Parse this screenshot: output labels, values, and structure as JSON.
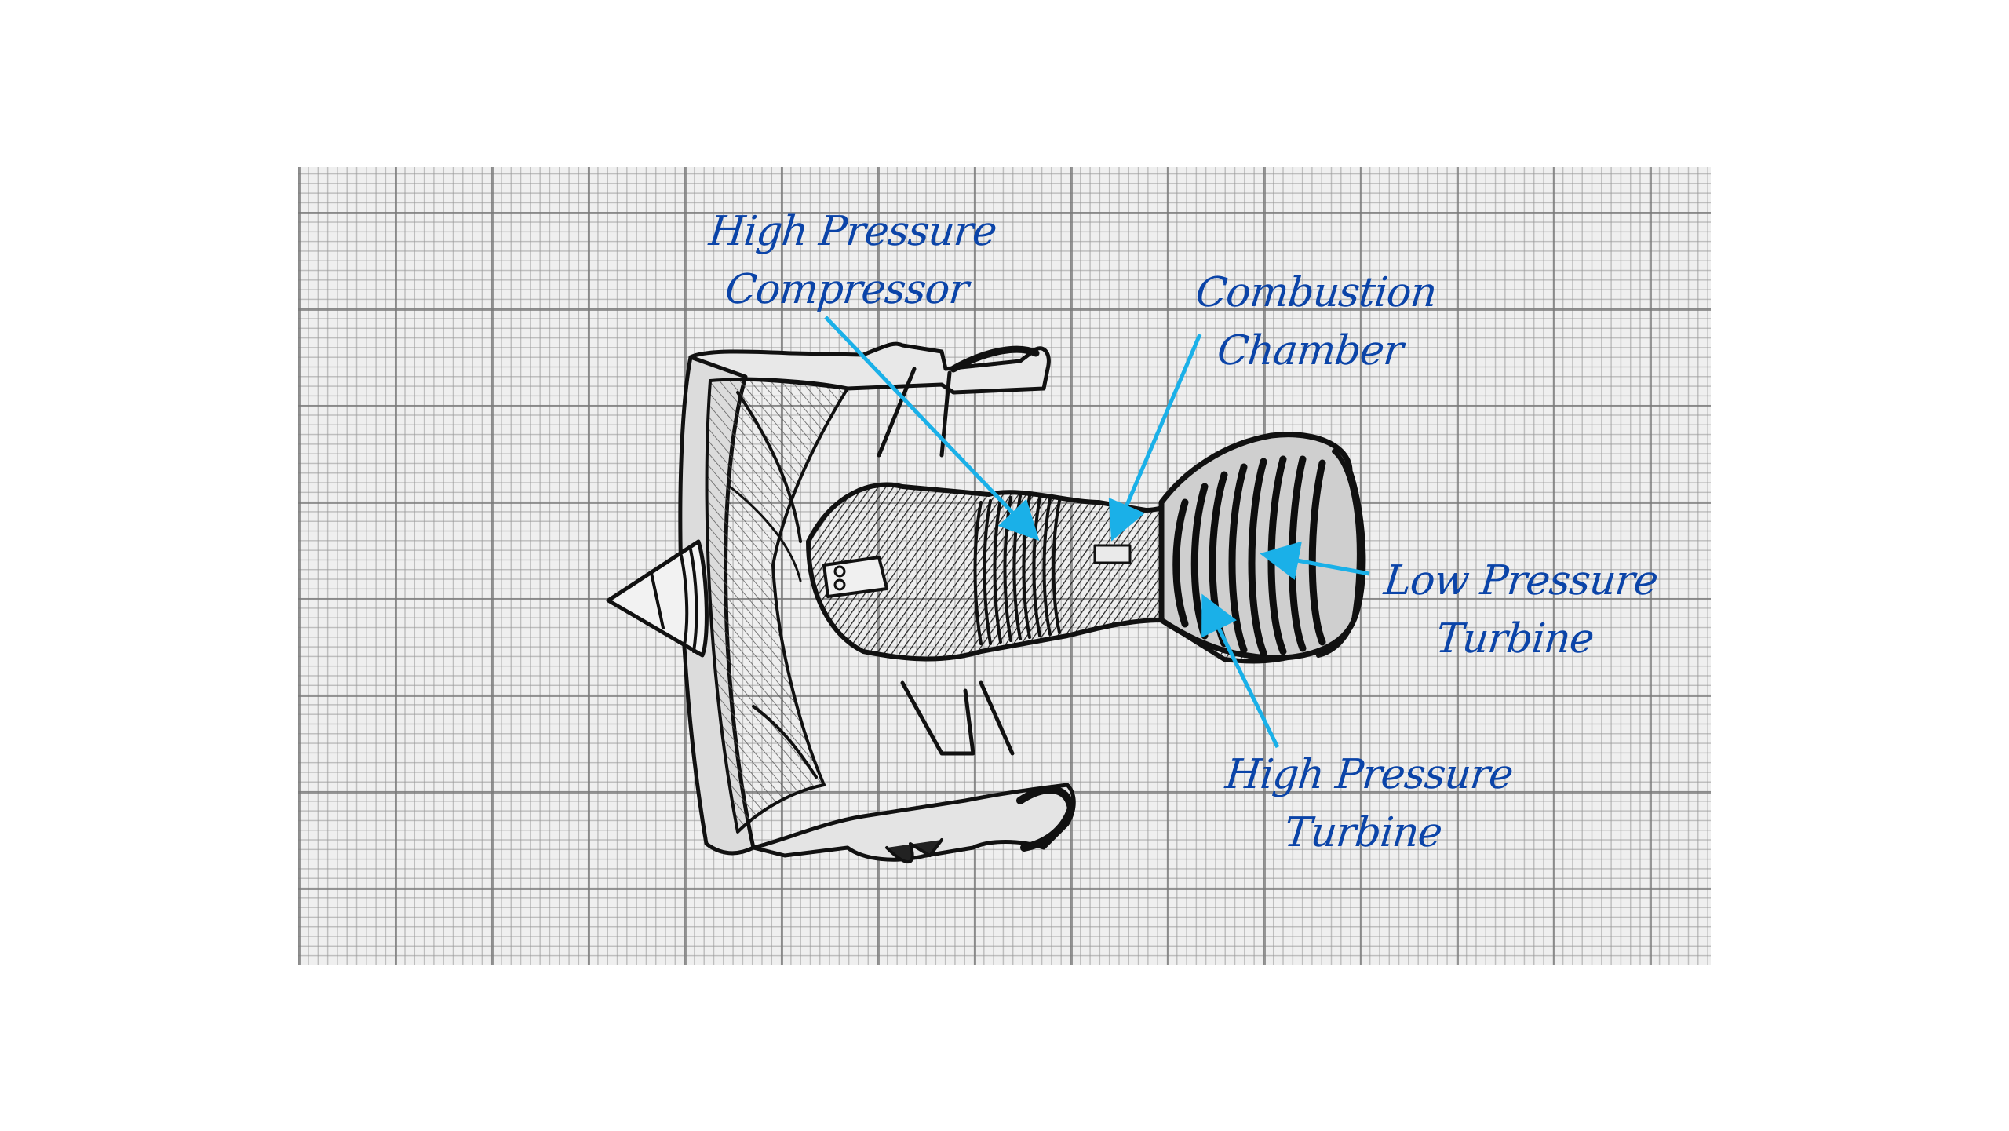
{
  "diagram": {
    "subject": "Turbofan jet engine sketch on graph paper",
    "label_color": "#0b44a8",
    "arrow_color": "#1ab0e8",
    "labels": [
      {
        "id": "hpc",
        "line1": "High Pressure",
        "line2": "Compressor"
      },
      {
        "id": "cc",
        "line1": "Combustion",
        "line2": "Chamber"
      },
      {
        "id": "lpt",
        "line1": "Low Pressure",
        "line2": "Turbine"
      },
      {
        "id": "hpt",
        "line1": "High Pressure",
        "line2": "Turbine"
      }
    ]
  }
}
